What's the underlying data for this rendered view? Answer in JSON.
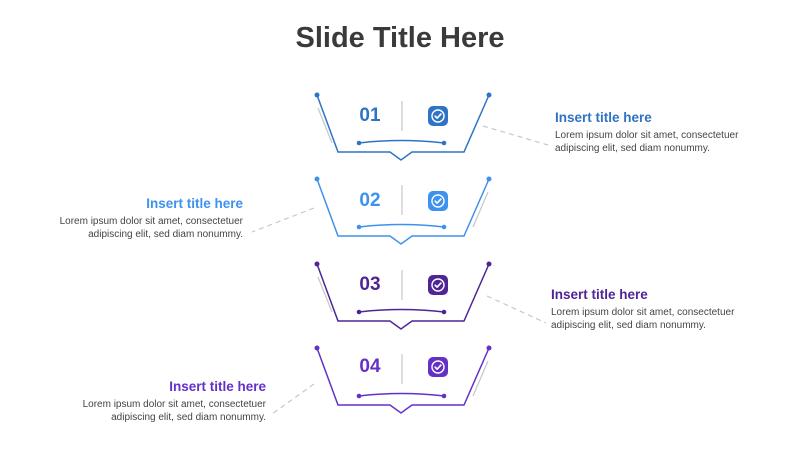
{
  "slide": {
    "title": "Slide Title Here"
  },
  "items": [
    {
      "number": "01",
      "title": "Insert title here",
      "desc_line1": "Lorem ipsum dolor sit amet, consectetuer",
      "desc_line2": "adipiscing elit, sed diam nonummy.",
      "color": "#2f73c4",
      "side": "right",
      "icon": "check-icon"
    },
    {
      "number": "02",
      "title": "Insert title here",
      "desc_line1": "Lorem ipsum dolor sit amet, consectetuer",
      "desc_line2": "adipiscing elit, sed diam nonummy.",
      "color": "#3d92ee",
      "side": "left",
      "icon": "check-icon"
    },
    {
      "number": "03",
      "title": "Insert title here",
      "desc_line1": "Lorem ipsum dolor sit amet, consectetuer",
      "desc_line2": "adipiscing elit, sed diam nonummy.",
      "color": "#4f2596",
      "side": "right",
      "icon": "check-icon"
    },
    {
      "number": "04",
      "title": "Insert title here",
      "desc_line1": "Lorem ipsum dolor sit amet, consectetuer",
      "desc_line2": "adipiscing elit, sed diam nonummy.",
      "color": "#6431c8",
      "side": "left",
      "icon": "check-icon"
    }
  ]
}
